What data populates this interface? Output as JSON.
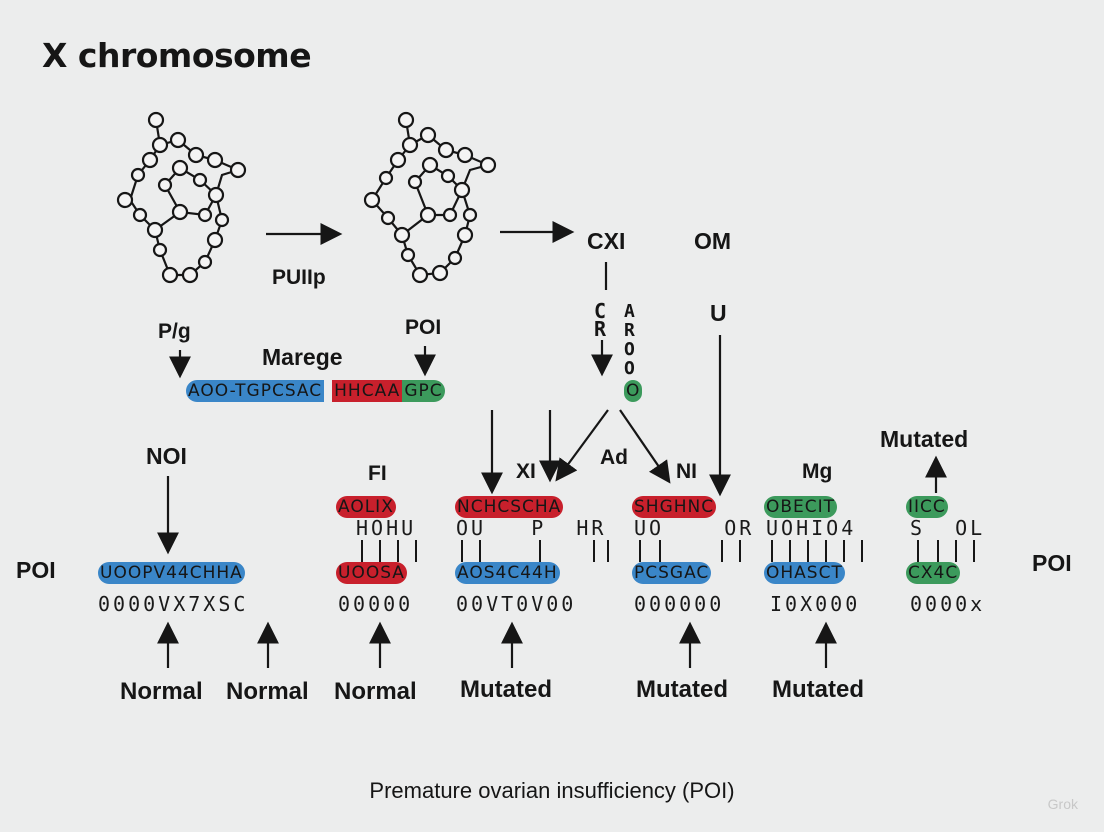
{
  "title": "X chromosome",
  "caption": "Premature ovarian insufficiency (POI)",
  "colors": {
    "blue": "#3a86c8",
    "red": "#c8202c",
    "green": "#3c9a5c"
  },
  "top_labels": {
    "arrow_label": "PUIIp",
    "cxi": "CXI",
    "om": "OM",
    "cr_left": "C\nR",
    "cr_right": "A\nR\nO\nO",
    "u": "U",
    "pg": "P/g",
    "marege": "Marege",
    "poi_top": "POI"
  },
  "main_strand": [
    {
      "color": "blue",
      "text": "AOO-TGPCSAC"
    },
    {
      "color": "red",
      "text": "HHCAA"
    },
    {
      "color": "green",
      "text": "GPC"
    },
    {
      "color": "green",
      "text": "O"
    }
  ],
  "mid_labels": {
    "noi": "NOI",
    "fi": "FI",
    "xi": "XI",
    "ad": "Ad",
    "ni": "NI",
    "mg": "Mg",
    "mutated_top": "Mutated",
    "poi_left": "POI",
    "poi_right": "POI"
  },
  "groups": [
    {
      "top": {
        "color": "red",
        "text": "AOLIX"
      },
      "mid": "HOHU",
      "bottom": {
        "color": "red",
        "text": "UOOSA"
      },
      "nums": "00000"
    },
    {
      "top": {
        "color": "red",
        "text": "NCHCSCHA"
      },
      "mid": "OU   P  HR",
      "bottom": {
        "color": "blue",
        "text": "AOS4C44H"
      },
      "nums": "00VT0V00"
    },
    {
      "top": {
        "color": "red",
        "text": "SHGHNC"
      },
      "mid": "UO    OR",
      "bottom": {
        "color": "blue",
        "text": "PCSGAC"
      },
      "nums": "000000"
    },
    {
      "top": {
        "color": "green",
        "text": "OBECIT"
      },
      "mid": "UOHIO4",
      "bottom": {
        "color": "blue",
        "text": "OHASCT"
      },
      "nums": "I0X000"
    },
    {
      "top": {
        "color": "green",
        "text": "IICC"
      },
      "mid": "S  OL",
      "bottom": {
        "color": "green",
        "text": "CX4C"
      },
      "nums": "0000x"
    }
  ],
  "left_strand": {
    "color": "blue",
    "text": "UOOPV44CHHA",
    "nums": "0000VX7XSC"
  },
  "bottom_labels": [
    "Normal",
    "Normal",
    "Normal",
    "Mutated",
    "Mutated",
    "Mutated"
  ],
  "watermark": "Grok"
}
